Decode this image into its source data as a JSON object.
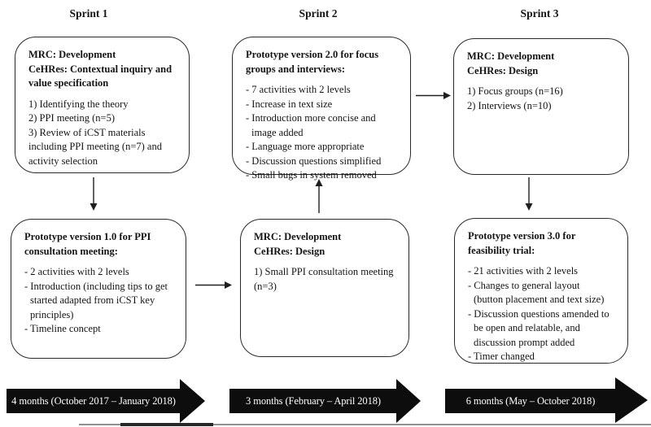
{
  "diagram": {
    "headers": {
      "s1": "Sprint 1",
      "s2": "Sprint 2",
      "s3": "Sprint 3"
    },
    "boxes": {
      "s1_top": {
        "title": [
          "MRC: Development",
          "CeHRes: Contextual inquiry and",
          "value specification"
        ],
        "body": [
          "1) Identifying the theory",
          "2) PPI meeting (n=5)",
          "3) Review of iCST materials",
          "including PPI meeting (n=7) and",
          "activity selection"
        ]
      },
      "s2_top": {
        "title": [
          "Prototype version 2.0 for focus",
          "groups and interviews:"
        ],
        "body": [
          "- 7 activities with 2 levels",
          "- Increase in text size",
          "- Introduction more concise and",
          "image added",
          "- Language more appropriate",
          "- Discussion questions simplified",
          "- Small bugs in system removed"
        ]
      },
      "s3_top": {
        "title": [
          "MRC: Development",
          "CeHRes: Design"
        ],
        "body": [
          "1) Focus groups (n=16)",
          "2) Interviews (n=10)"
        ]
      },
      "s1_bottom": {
        "title": [
          "Prototype version 1.0 for PPI",
          "consultation meeting:"
        ],
        "body": [
          "- 2 activities with 2 levels",
          "- Introduction (including tips to get",
          "started adapted from iCST key",
          "principles)",
          "- Timeline concept"
        ]
      },
      "s2_bottom": {
        "title": [
          "MRC: Development",
          "CeHRes: Design"
        ],
        "body": [
          "1) Small PPI consultation meeting",
          "(n=3)"
        ]
      },
      "s3_bottom": {
        "title": [
          "Prototype version 3.0 for",
          "feasibility trial:"
        ],
        "body": [
          "- 21 activities with 2 levels",
          "- Changes to general layout",
          "(button placement and text size)",
          "- Discussion questions amended to",
          "be open and relatable, and",
          "discussion prompt added",
          "- Timer changed"
        ]
      }
    },
    "timeline": {
      "t1": "4 months (October 2017 – January 2018)",
      "t2": "3 months (February – April 2018)",
      "t3": "6 months (May – October 2018)"
    },
    "colors": {
      "background": "#ffffff",
      "line": "#1f1f1f",
      "text": "#141414",
      "banner_fill": "#0d0d0d",
      "banner_text": "#ffffff"
    }
  }
}
